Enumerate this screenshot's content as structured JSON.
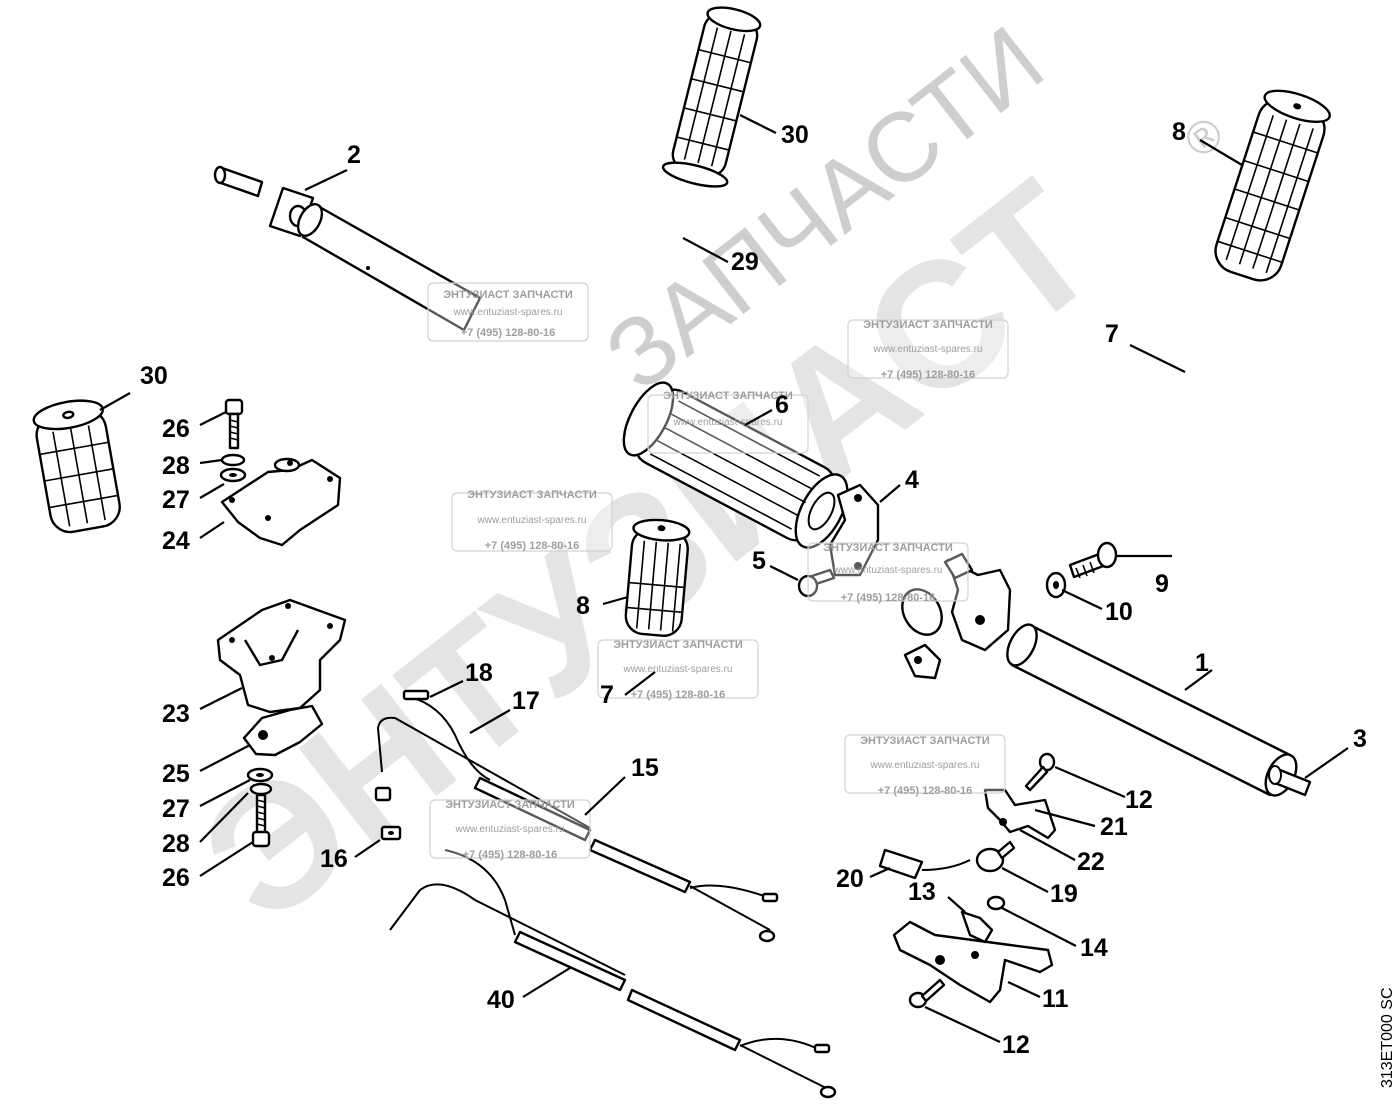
{
  "watermark": {
    "brand_large": "ЭНТУЗИАСТ",
    "brand_small": "ЗАПЧАСТИ",
    "registered": "®"
  },
  "stamp": {
    "name": "ЭНТУЗИАСТ ЗАПЧАСТИ",
    "site": "www.entuziast-spares.ru",
    "phone": "+7 (495) 128-80-16"
  },
  "drawing_code": "313ET000 SC",
  "callouts": {
    "c1": "1",
    "c2": "2",
    "c3": "3",
    "c4": "4",
    "c5": "5",
    "c6": "6",
    "c7a": "7",
    "c7b": "7",
    "c8a": "8",
    "c8b": "8",
    "c9": "9",
    "c10": "10",
    "c11": "11",
    "c12a": "12",
    "c12b": "12",
    "c13": "13",
    "c14": "14",
    "c15": "15",
    "c16": "16",
    "c17": "17",
    "c18": "18",
    "c19": "19",
    "c20": "20",
    "c21": "21",
    "c22": "22",
    "c23": "23",
    "c24": "24",
    "c25": "25",
    "c26a": "26",
    "c26b": "26",
    "c27a": "27",
    "c27b": "27",
    "c28a": "28",
    "c28b": "28",
    "c29": "29",
    "c30a": "30",
    "c30b": "30",
    "c40": "40"
  }
}
